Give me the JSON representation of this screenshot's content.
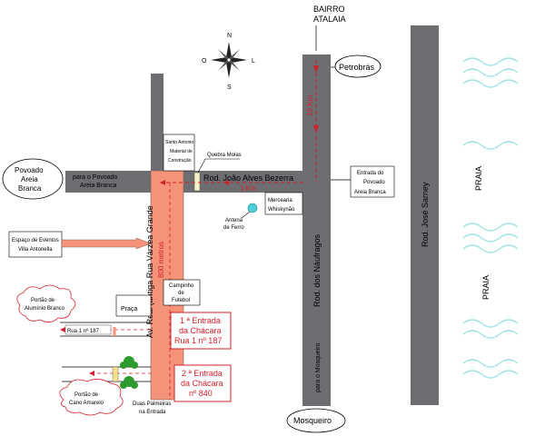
{
  "labels": {
    "bairro_line1": "BAIRRO",
    "bairro_line2": "ATALAIA",
    "petrobras": "Petrobrás",
    "mosqueiro": "Mosqueiro",
    "povoado_line1": "Povoado",
    "povoado_line2": "Areia",
    "povoado_line3": "Branca",
    "para_povoado_line1": "para o Povoado",
    "para_povoado_line2": "Areia Branca",
    "entrada_povoado_line1": "Entrada do",
    "entrada_povoado_line2": "Povoado",
    "entrada_povoado_line3": "Areia Branca",
    "santo_antonio_line1": "Santo Antonio",
    "santo_antonio_line2": "Material de",
    "santo_antonio_line3": "Construção",
    "quebra_molas": "Quebra Molas",
    "mercearia_line1": "Mercearia",
    "mercearia_line2": "Whiskynão",
    "antena_line1": "Antena",
    "antena_line2": "de Ferro",
    "espaco_line1": "Espaço de Eventos",
    "espaco_line2": "Villa Antonella",
    "campinho_line1": "Campinho",
    "campinho_line2": "de",
    "campinho_line3": "Futebol",
    "praca": "Praça",
    "portao_aluminio_line1": "Portão de",
    "portao_aluminio_line2": "Alumínio Branco",
    "portao_cano_line1": "Portão de",
    "portao_cano_line2": "Cano Amarelo",
    "rua1_sign": "Rua 1   nº 187",
    "palmeiras_line1": "Duas Palmeiras",
    "palmeiras_line2": "na Entrada",
    "praia_top": "PRAIA",
    "praia_bottom": "PRAIA",
    "compass_n": "N",
    "compass_s": "S",
    "compass_o": "O",
    "compass_l": "L"
  },
  "roads": {
    "joao_alves": "Rod. João Alves Bezerra",
    "naufragos": "Rod. dos Náufragos",
    "jose_sarney": "Rod.  José  Sarney",
    "av_real": "Av. Real (antiga Rua Várzea Grande"
  },
  "distances": {
    "ten_km": "10 Km",
    "one_km": "1 Km",
    "eight_hundred": "800 metros",
    "para_mosqueiro": "para o Mosqueiro"
  },
  "callouts": {
    "entrada1_line1": "1 ª Entrada",
    "entrada1_line2": "da Chácara",
    "entrada1_line3": "Rua 1 nº 187",
    "entrada2_line1": "2 ª Entrada",
    "entrada2_line2": "da Chácara",
    "entrada2_line3": "nº 840"
  },
  "colors": {
    "road": "#6d6e71",
    "avenue": "#f4937a",
    "accent_red": "#d2202a",
    "water": "#9fe3e3",
    "palm": "#2e9b2e",
    "antenna": "#4fd0d8"
  }
}
